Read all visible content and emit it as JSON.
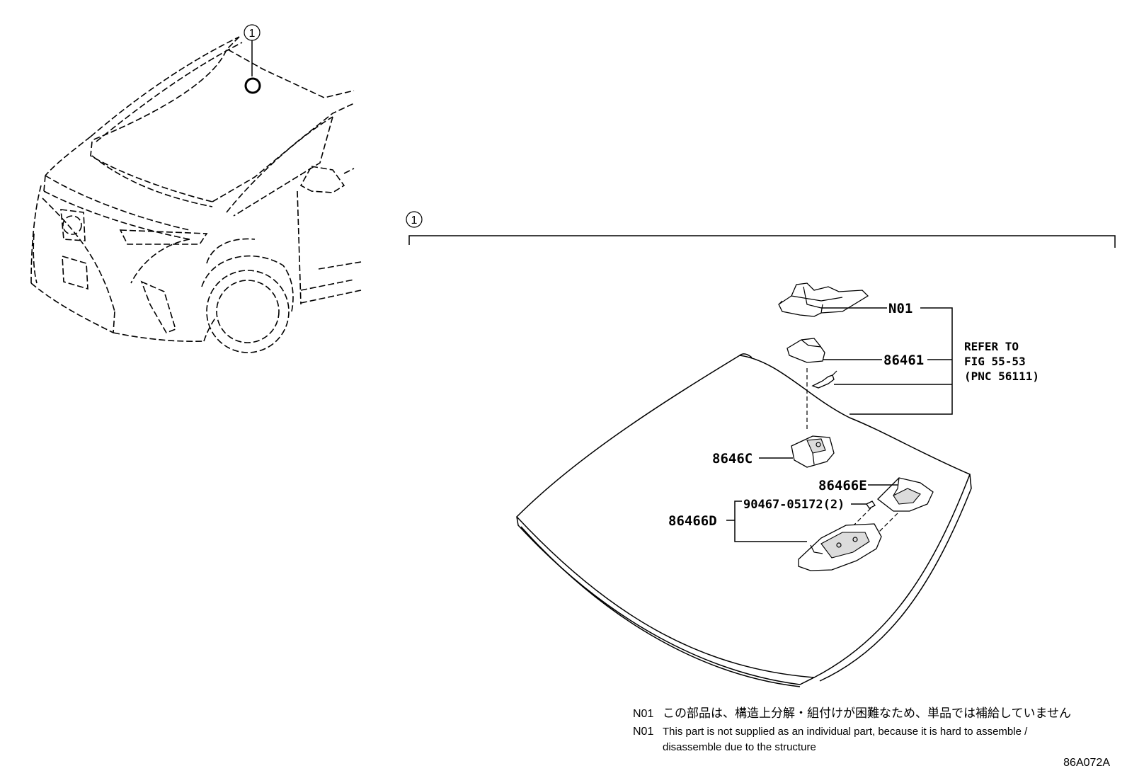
{
  "callouts": {
    "vehicle": "1",
    "section": "1"
  },
  "parts": {
    "n01": "N01",
    "p86461": "86461",
    "p8646C": "8646C",
    "p86466E": "86466E",
    "p90467": "90467-05172(2)",
    "p86466D": "86466D"
  },
  "reference": {
    "line1": "REFER TO",
    "line2": "FIG 55-53",
    "line3": "(PNC 56111)"
  },
  "notes": [
    {
      "code": "N01",
      "text": "この部品は、構造上分解・組付けが困難なため、単品では補給していません"
    },
    {
      "code": "N01",
      "text": "This part is not supplied as an individual part, because it is hard to assemble /",
      "text2": "disassemble due to the structure"
    }
  ],
  "figure_id": "86A072A"
}
